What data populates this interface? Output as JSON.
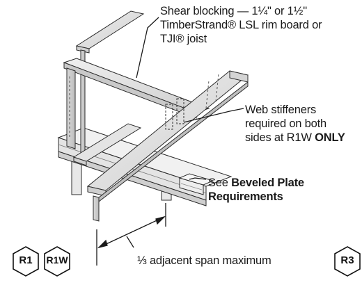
{
  "callouts": {
    "shear_blocking": {
      "line1": "Shear blocking — 1¼\" or 1½\"",
      "line2": "TimberStrand® LSL rim board or",
      "line3": "TJI® joist"
    },
    "web_stiffeners": {
      "line1": "Web stiffeners",
      "line2": "required on both",
      "line3_prefix": "sides at R1W ",
      "line3_bold": "ONLY"
    },
    "beveled_plate": {
      "prefix": "See ",
      "bold1": "Beveled Plate",
      "bold2": "Requirements"
    },
    "span_dimension": "⅓ adjacent span maximum"
  },
  "badges": [
    "R1",
    "R1W",
    "R3"
  ],
  "colors": {
    "joist_light": "#e6e6e6",
    "joist_mid": "#c8c8c8",
    "joist_dark": "#9a9a9a",
    "outline": "#2b2b2b"
  }
}
